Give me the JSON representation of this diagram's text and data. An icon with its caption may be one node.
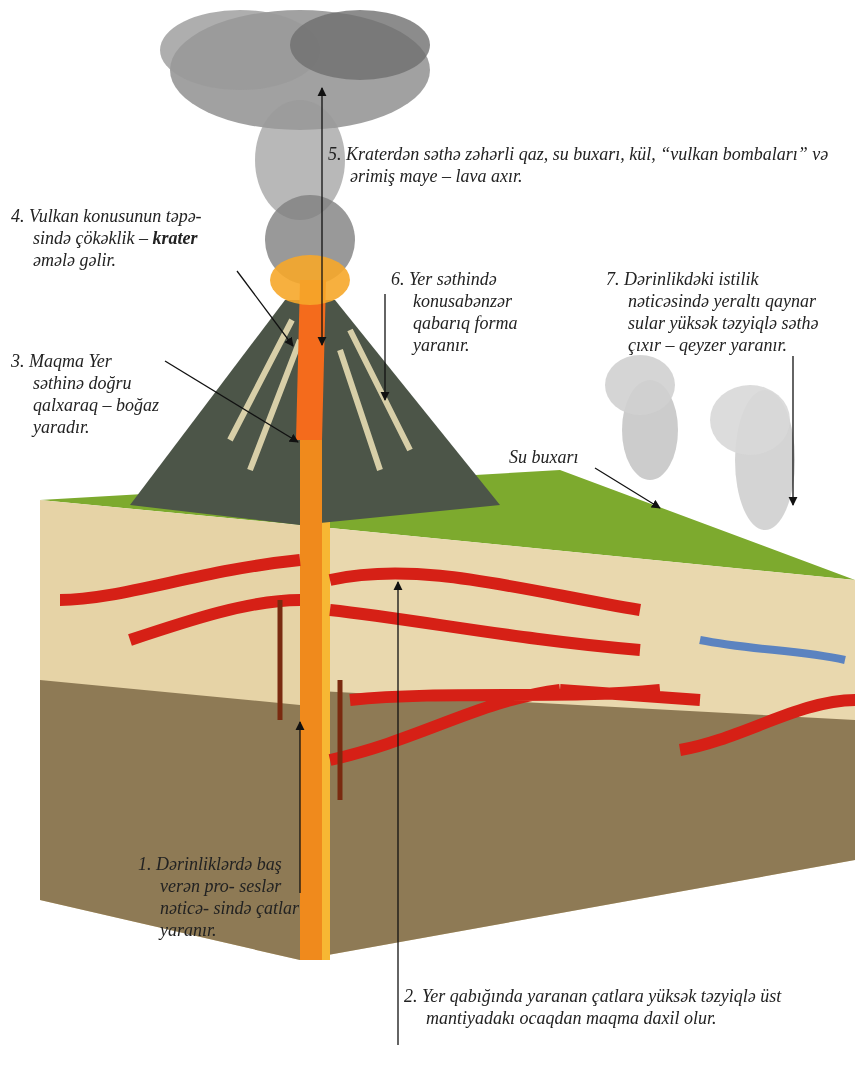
{
  "diagram": {
    "nodes": [
      {
        "text": [
          "5. Kraterdən səthə  zəhərli qaz, su buxarı, kül, “vulkan bombaları” və ərimiş maye – lava axır."
        ]
      },
      {
        "text": [
          "4. Vulkan konusunun təpə- sində çökəklik – **krater** əmələ gəlir."
        ]
      },
      {
        "text": [
          "6. Yer səthində konusabənzər qabarıq  forma yaranır."
        ]
      },
      {
        "text": [
          "7. Dərinlikdəki istilik nəticəsində yeraltı qaynar sular  yüksək təzyiqlə səthə çıxır – qeyzer yaranır."
        ]
      },
      {
        "text": [
          "3. Maqma  Yer səthinə doğru qalxaraq – boğaz yaradır."
        ]
      },
      {
        "text": [
          "Su buxarı"
        ]
      },
      {
        "text": [
          "1. Dərinliklərdə baş verən pro- seslər  nəticə- sində çatlar yaranır."
        ]
      },
      {
        "text": [
          "2. Yer qabığında yaranan çatlara yüksək təzyiqlə üst mantiyadakı ocaqdan maqma daxil olur."
        ]
      }
    ],
    "edges": [
      {
        "from": 0,
        "to": null,
        "arrow": "to"
      },
      {
        "from": 0,
        "to": null,
        "arrow": "to"
      },
      {
        "from": 1,
        "to": null,
        "arrow": "to"
      },
      {
        "from": 2,
        "to": null,
        "arrow": "to"
      },
      {
        "from": 3,
        "to": null,
        "arrow": "to"
      },
      {
        "from": 4,
        "to": null,
        "arrow": "to"
      },
      {
        "from": 5,
        "to": null,
        "arrow": "to"
      },
      {
        "from": 6,
        "to": null,
        "arrow": "to"
      },
      {
        "from": 7,
        "to": null,
        "arrow": "to"
      }
    ]
  }
}
